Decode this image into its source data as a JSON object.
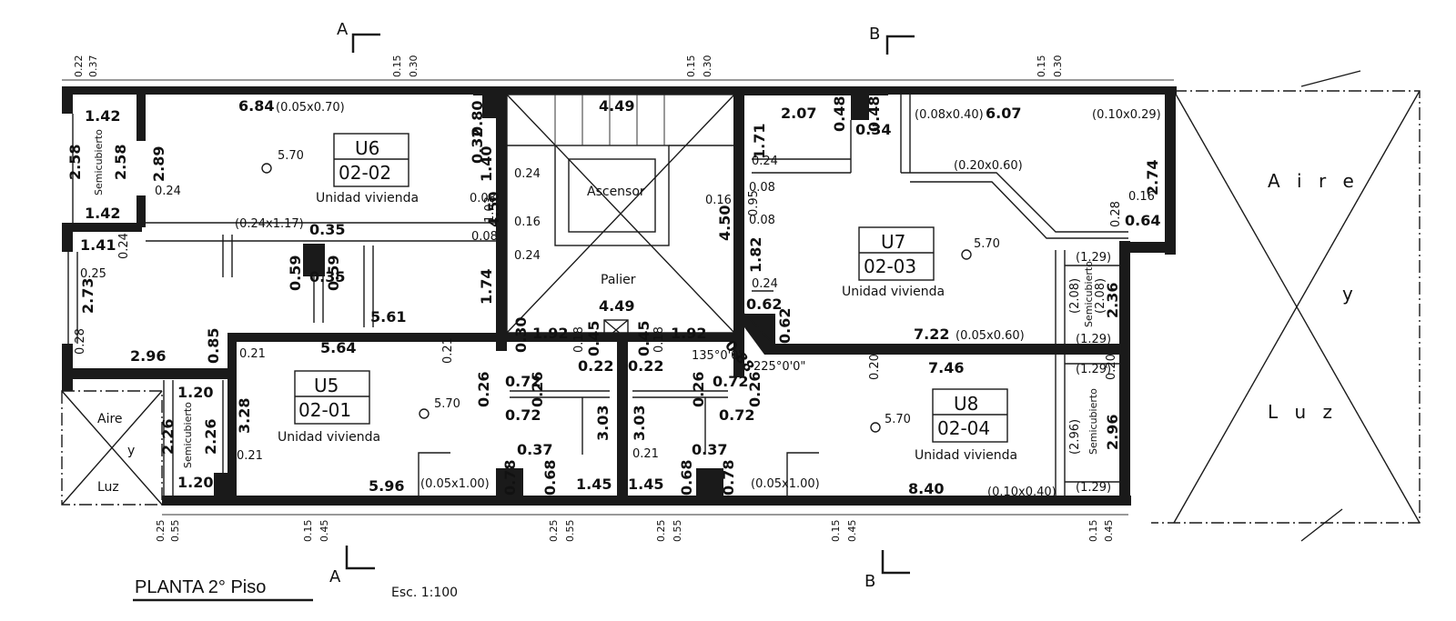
{
  "drawing": {
    "title": "PLANTA 2° Piso",
    "scale": "Esc. 1:100",
    "section_marks": [
      "A",
      "B"
    ],
    "units": [
      {
        "name": "U5",
        "code": "02-01",
        "desc": "Unidad vivienda",
        "level": "5.70"
      },
      {
        "name": "U6",
        "code": "02-02",
        "desc": "Unidad vivienda",
        "level": "5.70"
      },
      {
        "name": "U7",
        "code": "02-03",
        "desc": "Unidad vivienda",
        "level": "5.70"
      },
      {
        "name": "U8",
        "code": "02-04",
        "desc": "Unidad vivienda",
        "level": "5.70"
      }
    ],
    "spaces": {
      "elevator": "Ascensor",
      "landing": "Palier",
      "semicovered": "Semicubierto",
      "air_light_big": [
        "A i r e",
        "y",
        "L u z"
      ],
      "air_light_small": [
        "Aire",
        "y",
        "Luz"
      ]
    },
    "top_marks": [
      "0.22",
      "0.37",
      "0.15",
      "0.30"
    ],
    "bottom_marks": [
      "0.25",
      "0.55",
      "0.15",
      "0.45"
    ],
    "dims": {
      "d684": "6.84",
      "d684n": "(0.05x0.70)",
      "d449": "4.49",
      "d207": "2.07",
      "d607": "6.07",
      "d008x040": "(0.08x0.40)",
      "d010x029": "(0.10x0.29)",
      "d020x060": "(0.20x0.60)",
      "d142": "1.42",
      "d258": "2.58",
      "d289": "2.89",
      "d024": "0.24",
      "d080": "0.80",
      "d032": "0.32",
      "d140": "1.40",
      "d450": "4.50",
      "d171": "1.71",
      "d048": "0.48",
      "d034": "0.34",
      "d274": "2.74",
      "d016": "0.16",
      "d028": "0.28",
      "d064": "0.64",
      "d008": "0.08",
      "d103": "1.03",
      "d095": "0.95",
      "d024x117": "(0.24x1.17)",
      "d035": "0.35",
      "d059": "0.59",
      "d141": "1.41",
      "d025": "0.25",
      "d273": "2.73",
      "d174": "1.74",
      "d182": "1.82",
      "d129": "(1.29)",
      "d208": "(2.08)",
      "d236": "2.36",
      "d561": "5.61",
      "d062": "0.62",
      "d085": "0.85",
      "d296": "2.96",
      "d021": "0.21",
      "d564": "5.64",
      "d030": "0.30",
      "d192": "1.92",
      "d018": "0.18",
      "d045": "0.45",
      "d022": "0.22",
      "d088": "0.88",
      "d135": "135°0'0\"",
      "d225": "225°0'0\"",
      "d722": "7.22",
      "d005x060": "(0.05x0.60)",
      "d746": "7.46",
      "d020": "0.20",
      "d120": "1.20",
      "d226": "2.26",
      "d328": "3.28",
      "d026": "0.26",
      "d072": "0.72",
      "d303": "3.03",
      "d037": "0.37",
      "d078": "0.78",
      "d068": "0.68",
      "d145": "1.45",
      "d596": "5.96",
      "d005x100": "(0.05x1.00)",
      "d840": "8.40",
      "d010x040": "(0.10x0.40)",
      "d296p": "(2.96)"
    }
  }
}
